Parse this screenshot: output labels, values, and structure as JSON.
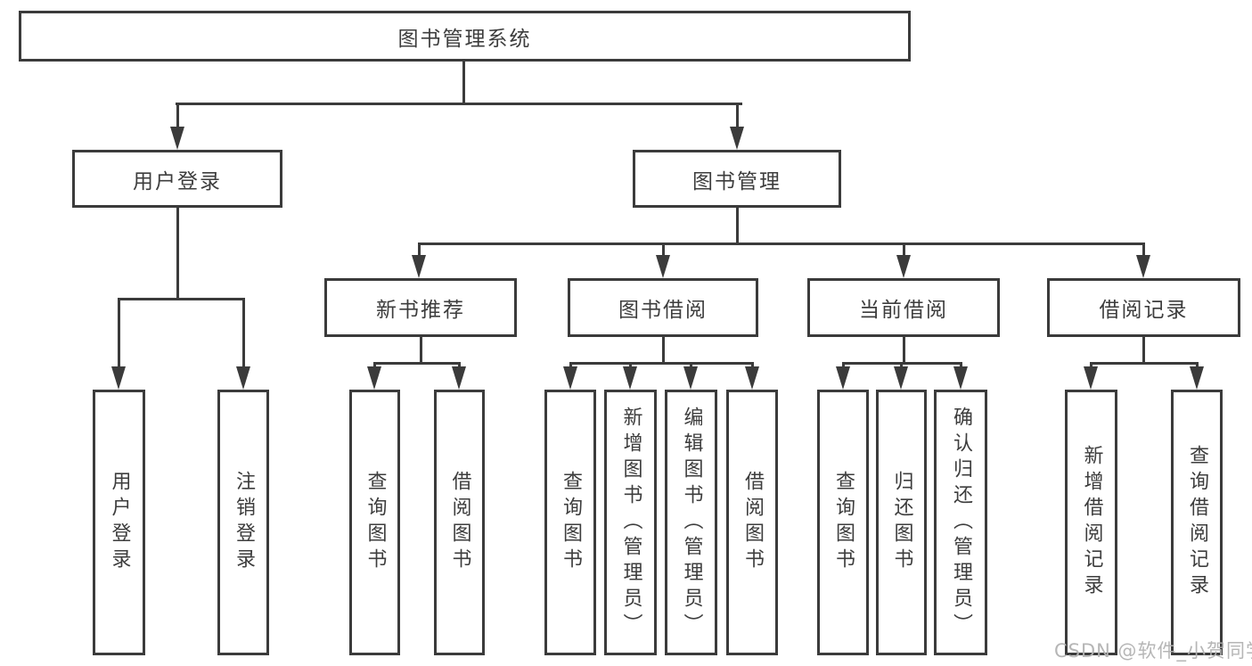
{
  "diagram": {
    "title": "图书管理系统",
    "level2": [
      "用户登录",
      "图书管理"
    ],
    "level3": [
      "新书推荐",
      "图书借阅",
      "当前借阅",
      "借阅记录"
    ],
    "leaves": {
      "login": [
        "用户登录",
        "注销登录"
      ],
      "recommend": [
        "查询图书",
        "借阅图书"
      ],
      "borrow": [
        "查询图书",
        "新增图书（管理员）",
        "编辑图书（管理员）",
        "借阅图书"
      ],
      "current": [
        "查询图书",
        "归还图书",
        "确认归还（管理员）"
      ],
      "records": [
        "新增借阅记录",
        "查询借阅记录"
      ]
    },
    "watermark": "CSDN @软件_小贺同学",
    "colors": {
      "line": "#3b3b3b",
      "text": "#3d3d3d",
      "watermark": "#b2b2b2",
      "background": "#ffffff"
    }
  }
}
